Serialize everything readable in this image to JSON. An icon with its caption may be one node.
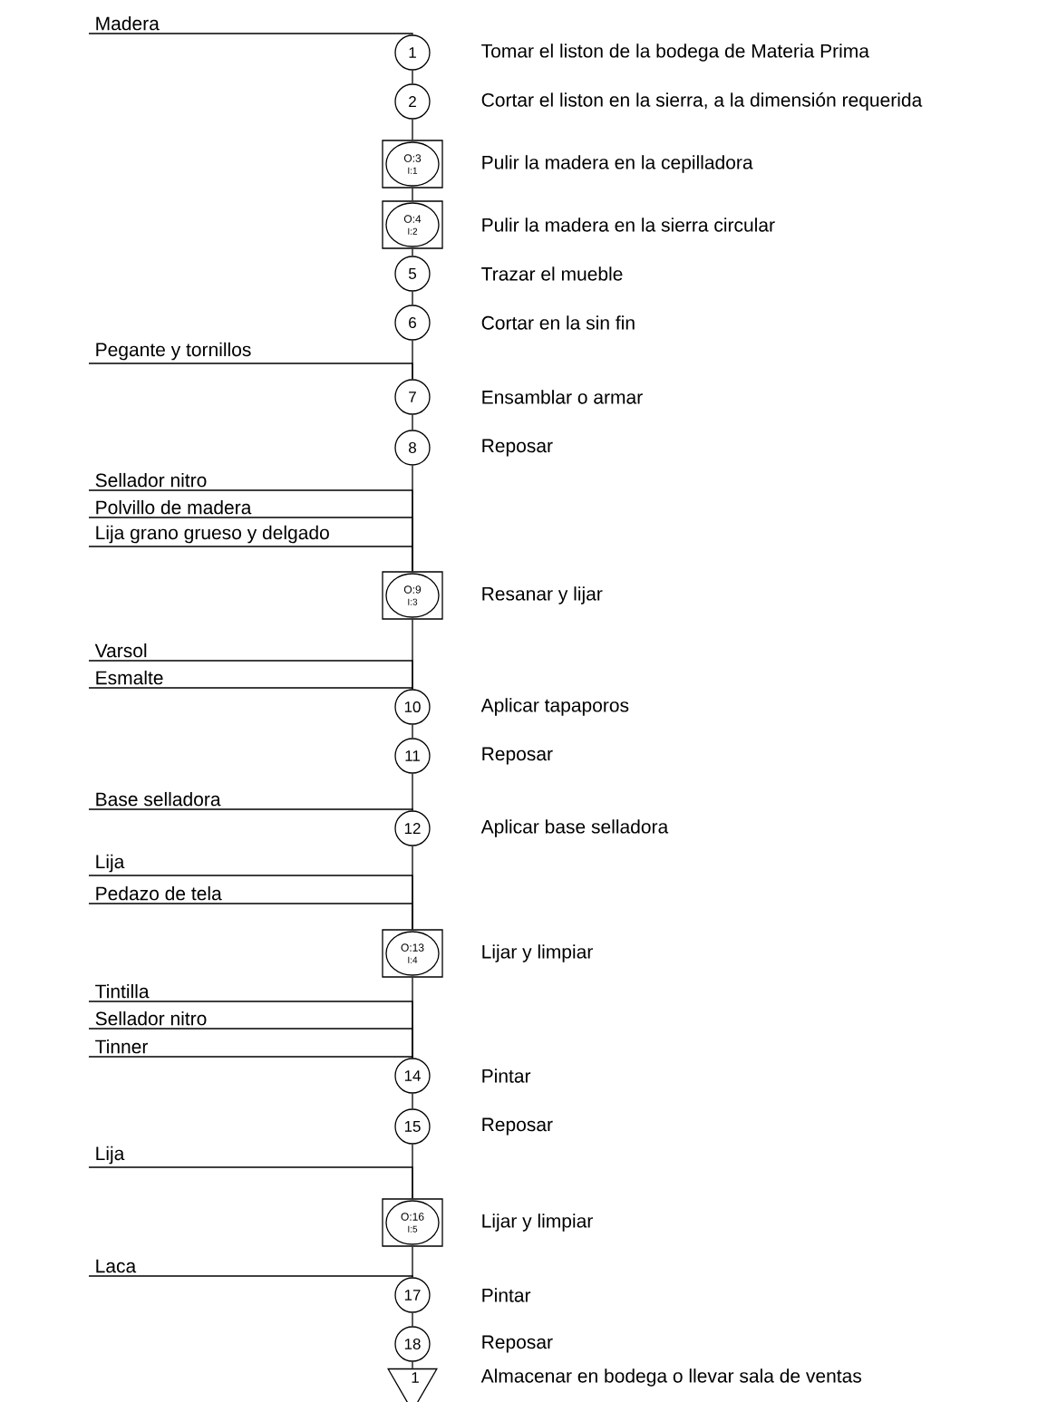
{
  "diagram": {
    "nodes": [
      {
        "text": [
          "Madera"
        ]
      },
      {
        "text": [
          "1"
        ],
        "beside": [
          "Tomar el liston de la bodega de Materia Prima"
        ]
      },
      {
        "text": [
          "2"
        ],
        "beside": [
          "Cortar el liston en la sierra, a la dimensión requerida"
        ]
      },
      {
        "text": [
          "O:3",
          "I:1"
        ],
        "beside": [
          "Pulir la madera en la cepilladora"
        ]
      },
      {
        "text": [
          "O:4",
          "I:2"
        ],
        "beside": [
          "Pulir la madera en la sierra circular"
        ]
      },
      {
        "text": [
          "5"
        ],
        "beside": [
          "Trazar el mueble"
        ]
      },
      {
        "text": [
          "6"
        ],
        "beside": [
          "Cortar en la sin fin"
        ]
      },
      {
        "text": [
          "Pegante y tornillos"
        ]
      },
      {
        "text": [
          "7"
        ],
        "beside": [
          "Ensamblar o armar"
        ]
      },
      {
        "text": [
          "8"
        ],
        "beside": [
          "Reposar"
        ]
      },
      {
        "text": [
          "Sellador nitro"
        ]
      },
      {
        "text": [
          "Polvillo de madera"
        ]
      },
      {
        "text": [
          "Lija grano grueso y delgado"
        ]
      },
      {
        "text": [
          "O:9",
          "I:3"
        ],
        "beside": [
          "Resanar y lijar"
        ]
      },
      {
        "text": [
          "Varsol"
        ]
      },
      {
        "text": [
          "Esmalte"
        ]
      },
      {
        "text": [
          "10"
        ],
        "beside": [
          "Aplicar tapaporos"
        ]
      },
      {
        "text": [
          "11"
        ],
        "beside": [
          "Reposar"
        ]
      },
      {
        "text": [
          "Base selladora"
        ]
      },
      {
        "text": [
          "12"
        ],
        "beside": [
          "Aplicar base selladora"
        ]
      },
      {
        "text": [
          "Lija"
        ]
      },
      {
        "text": [
          "Pedazo de tela"
        ]
      },
      {
        "text": [
          "O:13",
          "I:4"
        ],
        "beside": [
          "Lijar y limpiar"
        ]
      },
      {
        "text": [
          "Tintilla"
        ]
      },
      {
        "text": [
          "Sellador nitro"
        ]
      },
      {
        "text": [
          "Tinner"
        ]
      },
      {
        "text": [
          "14"
        ],
        "beside": [
          "Pintar"
        ]
      },
      {
        "text": [
          "15"
        ],
        "beside": [
          "Reposar"
        ]
      },
      {
        "text": [
          "Lija"
        ]
      },
      {
        "text": [
          "O:16",
          "I:5"
        ],
        "beside": [
          "Lijar y limpiar"
        ]
      },
      {
        "text": [
          "Laca"
        ]
      },
      {
        "text": [
          "17"
        ],
        "beside": [
          "Pintar"
        ]
      },
      {
        "text": [
          "18"
        ],
        "beside": [
          "Reposar"
        ]
      },
      {
        "text": [
          "1"
        ],
        "beside": [
          "Almacenar en bodega o llevar sala de ventas"
        ]
      }
    ],
    "edges": [
      {
        "from": 0,
        "to": 1,
        "arrow": "none"
      },
      {
        "from": 1,
        "to": 2,
        "arrow": "none"
      },
      {
        "from": 2,
        "to": 3,
        "arrow": "none"
      },
      {
        "from": 3,
        "to": 4,
        "arrow": "none"
      },
      {
        "from": 4,
        "to": 5,
        "arrow": "none"
      },
      {
        "from": 5,
        "to": 6,
        "arrow": "none"
      },
      {
        "from": 6,
        "to": 8,
        "arrow": "none"
      },
      {
        "from": 7,
        "to": 8,
        "arrow": "none"
      },
      {
        "from": 8,
        "to": 9,
        "arrow": "none"
      },
      {
        "from": 9,
        "to": 13,
        "arrow": "none"
      },
      {
        "from": 10,
        "to": 13,
        "arrow": "none"
      },
      {
        "from": 11,
        "to": 13,
        "arrow": "none"
      },
      {
        "from": 12,
        "to": 13,
        "arrow": "none"
      },
      {
        "from": 13,
        "to": 16,
        "arrow": "none"
      },
      {
        "from": 14,
        "to": 16,
        "arrow": "none"
      },
      {
        "from": 15,
        "to": 16,
        "arrow": "none"
      },
      {
        "from": 16,
        "to": 17,
        "arrow": "none"
      },
      {
        "from": 17,
        "to": 19,
        "arrow": "none"
      },
      {
        "from": 18,
        "to": 19,
        "arrow": "none"
      },
      {
        "from": 19,
        "to": 22,
        "arrow": "none"
      },
      {
        "from": 20,
        "to": 22,
        "arrow": "none"
      },
      {
        "from": 21,
        "to": 22,
        "arrow": "none"
      },
      {
        "from": 22,
        "to": 26,
        "arrow": "none"
      },
      {
        "from": 23,
        "to": 26,
        "arrow": "none"
      },
      {
        "from": 24,
        "to": 26,
        "arrow": "none"
      },
      {
        "from": 25,
        "to": 26,
        "arrow": "none"
      },
      {
        "from": 26,
        "to": 27,
        "arrow": "none"
      },
      {
        "from": 27,
        "to": 29,
        "arrow": "none"
      },
      {
        "from": 28,
        "to": 29,
        "arrow": "none"
      },
      {
        "from": 29,
        "to": 31,
        "arrow": "none"
      },
      {
        "from": 30,
        "to": 31,
        "arrow": "none"
      },
      {
        "from": 31,
        "to": 32,
        "arrow": "none"
      },
      {
        "from": 32,
        "to": 33,
        "arrow": "none"
      }
    ]
  }
}
